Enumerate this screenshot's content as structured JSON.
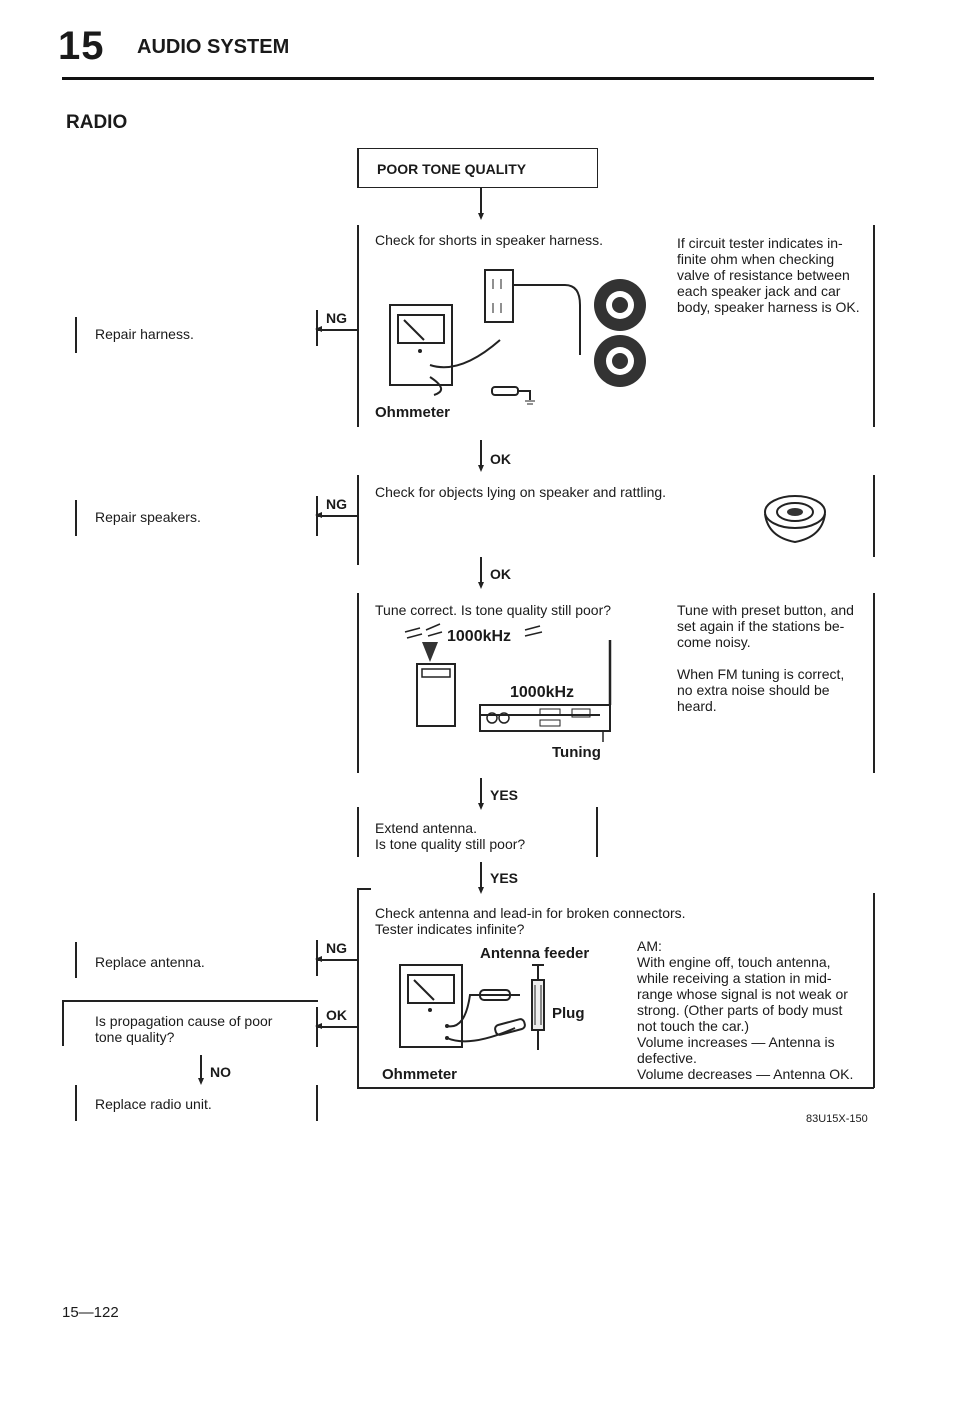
{
  "header": {
    "chapter_number": "15",
    "chapter_title": "AUDIO SYSTEM"
  },
  "section_title": "RADIO",
  "start_box": "POOR TONE QUALITY",
  "step1": {
    "text": "Check for shorts in speaker harness.",
    "note": [
      "If circuit tester indicates in-",
      "finite ohm when checking",
      "valve of resistance between",
      "each speaker jack and car",
      "body, speaker harness is OK."
    ],
    "tool_label": "Ohmmeter",
    "ng_label": "NG",
    "ng_action": "Repair harness."
  },
  "ok1": "OK",
  "step2": {
    "text": "Check for objects lying on speaker and rattling.",
    "ng_label": "NG",
    "ng_action": "Repair speakers."
  },
  "ok2": "OK",
  "step3": {
    "text": "Tune correct. Is tone quality still poor?",
    "freq_signal": "1000kHz",
    "freq_display": "1000kHz",
    "tuning_label": "Tuning",
    "note": [
      "Tune with preset button, and",
      "set again if the stations be-",
      "come noisy.",
      "",
      "When FM tuning is correct,",
      "no extra noise should be",
      "heard."
    ]
  },
  "yes1": "YES",
  "step4": {
    "lines": [
      "Extend antenna.",
      "Is tone quality still poor?"
    ]
  },
  "yes2": "YES",
  "step5": {
    "lines": [
      "Check antenna and lead-in for broken connectors.",
      "Tester indicates infinite?"
    ],
    "feeder_label": "Antenna feeder",
    "plug_label": "Plug",
    "tool_label": "Ohmmeter",
    "note": [
      "AM:",
      "With engine off, touch antenna,",
      "while receiving a station in mid-",
      "range whose signal is not weak or",
      "strong. (Other parts of body must",
      "not touch the car.)",
      "Volume increases — Antenna is",
      "defective.",
      "Volume decreases — Antenna OK."
    ],
    "ng_label": "NG",
    "ng_action": "Replace antenna.",
    "ok_label": "OK",
    "ok_action": [
      "Is propagation cause of poor",
      "tone quality?"
    ],
    "no_label": "NO",
    "final_action": "Replace radio unit."
  },
  "figure_code": "83U15X-150",
  "page_number": "15—122"
}
